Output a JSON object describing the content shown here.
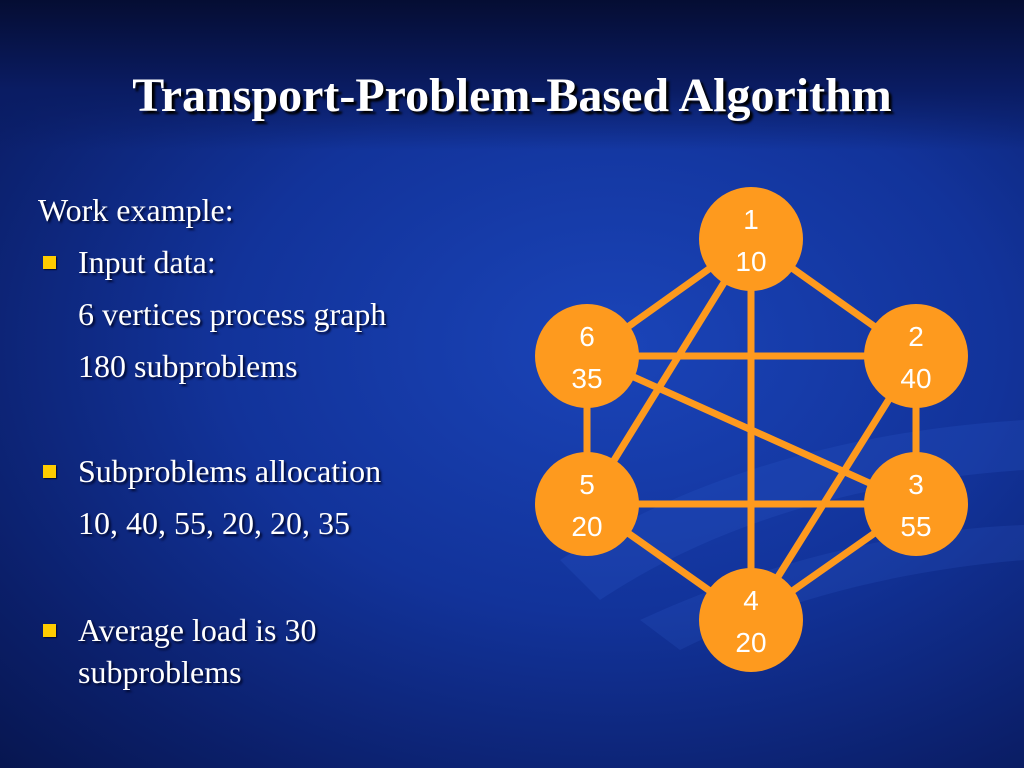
{
  "title": "Transport-Problem-Based Algorithm",
  "intro": "Work example:",
  "bullets": [
    {
      "text": "Input data:",
      "details": [
        "6 vertices process graph",
        "180 subproblems"
      ]
    },
    {
      "text": "Subproblems allocation",
      "details": [
        "10, 40, 55, 20, 20, 35"
      ]
    },
    {
      "text": "Average load is 30",
      "continuation": "subproblems"
    }
  ],
  "graph": {
    "node_color": "#fe9a1e",
    "edge_color": "#fe9a1e",
    "nodes": [
      {
        "id": "1",
        "load": "10"
      },
      {
        "id": "2",
        "load": "40"
      },
      {
        "id": "3",
        "load": "55"
      },
      {
        "id": "4",
        "load": "20"
      },
      {
        "id": "5",
        "load": "20"
      },
      {
        "id": "6",
        "load": "35"
      }
    ],
    "edges": [
      [
        "1",
        "6"
      ],
      [
        "1",
        "2"
      ],
      [
        "1",
        "4"
      ],
      [
        "1",
        "5"
      ],
      [
        "6",
        "2"
      ],
      [
        "6",
        "3"
      ],
      [
        "6",
        "5"
      ],
      [
        "2",
        "3"
      ],
      [
        "2",
        "4"
      ],
      [
        "5",
        "3"
      ],
      [
        "5",
        "4"
      ],
      [
        "3",
        "4"
      ]
    ]
  }
}
